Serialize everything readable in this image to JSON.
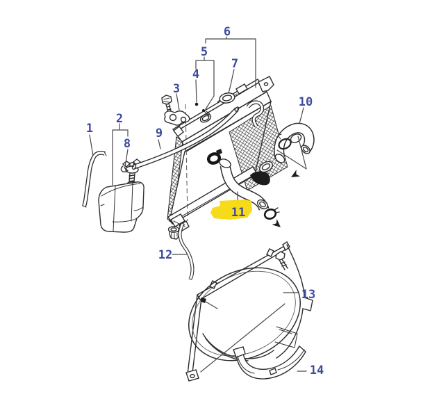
{
  "colors": {
    "background": "#ffffff",
    "line_art": "#2d2d2d",
    "leader": "#474747",
    "callout": "#3d4a9e",
    "highlight": "#f5d90f"
  },
  "callouts": [
    {
      "text": "1",
      "part": "overflow-hose",
      "highlighted": false
    },
    {
      "text": "2",
      "part": "coolant-reservoir-tank",
      "highlighted": false
    },
    {
      "text": "3",
      "part": "mounting-bracket-bolt",
      "highlighted": false
    },
    {
      "text": "4",
      "part": "clip",
      "highlighted": false
    },
    {
      "text": "5",
      "part": "filler-neck-fitting",
      "highlighted": false
    },
    {
      "text": "6",
      "part": "radiator-assembly",
      "highlighted": false
    },
    {
      "text": "7",
      "part": "radiator-cap",
      "highlighted": false
    },
    {
      "text": "8",
      "part": "hose-clip",
      "highlighted": false
    },
    {
      "text": "9",
      "part": "reservoir-hose",
      "highlighted": false
    },
    {
      "text": "10",
      "part": "upper-radiator-hose",
      "highlighted": false
    },
    {
      "text": "11",
      "part": "lower-radiator-hose",
      "highlighted": true
    },
    {
      "text": "12",
      "part": "drain-hose",
      "highlighted": false
    },
    {
      "text": "13",
      "part": "fan-shroud",
      "highlighted": false
    },
    {
      "text": "14",
      "part": "lower-fan-shroud",
      "highlighted": false
    }
  ]
}
